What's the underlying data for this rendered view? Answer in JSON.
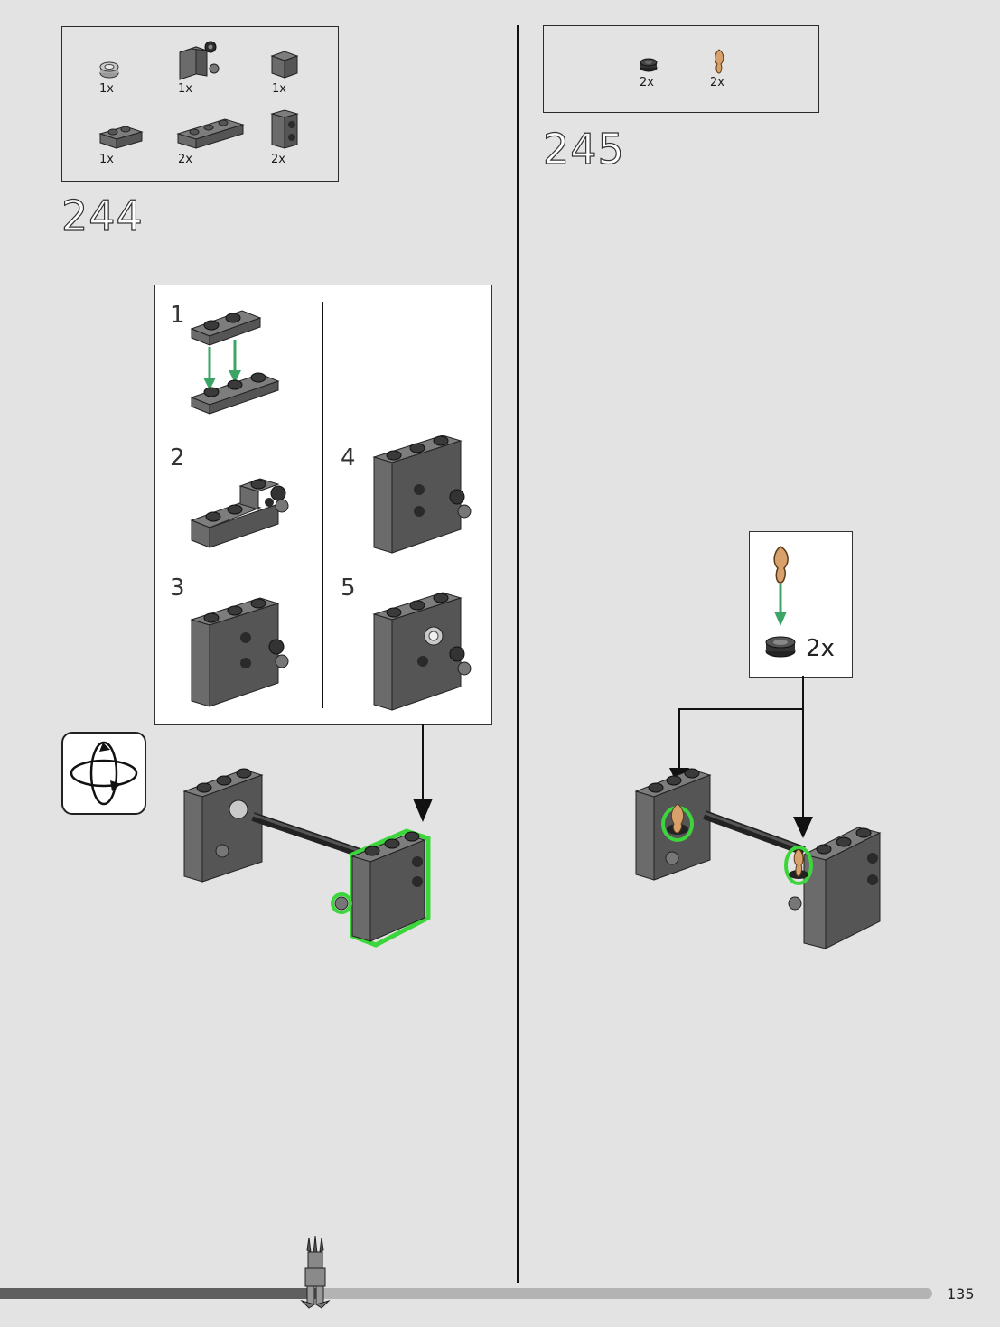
{
  "page": {
    "number": "135"
  },
  "steps": {
    "step244": {
      "number": "244",
      "parts": [
        {
          "name": "round-plate-1x1-grey",
          "qty": "1x"
        },
        {
          "name": "bracket-with-clip",
          "qty": "1x"
        },
        {
          "name": "brick-1x1",
          "qty": "1x"
        },
        {
          "name": "plate-1x2",
          "qty": "1x"
        },
        {
          "name": "plate-1x3",
          "qty": "2x"
        },
        {
          "name": "brick-with-studs-side",
          "qty": "2x"
        }
      ],
      "substeps": [
        {
          "label": "1"
        },
        {
          "label": "2"
        },
        {
          "label": "3"
        },
        {
          "label": "4"
        },
        {
          "label": "5"
        }
      ],
      "rotate_icon": "rotate-model-icon"
    },
    "step245": {
      "number": "245",
      "parts": [
        {
          "name": "round-plate-1x1-black",
          "qty": "2x"
        },
        {
          "name": "flame-tan",
          "qty": "2x"
        }
      ],
      "callout_qty": "2x"
    }
  },
  "colors": {
    "background": "#e3e3e3",
    "brick_dark_grey": "#6b6b6b",
    "highlight_green": "#3cd63c",
    "arrow_green": "#3ba565",
    "flame_tan": "#d8a06a"
  }
}
